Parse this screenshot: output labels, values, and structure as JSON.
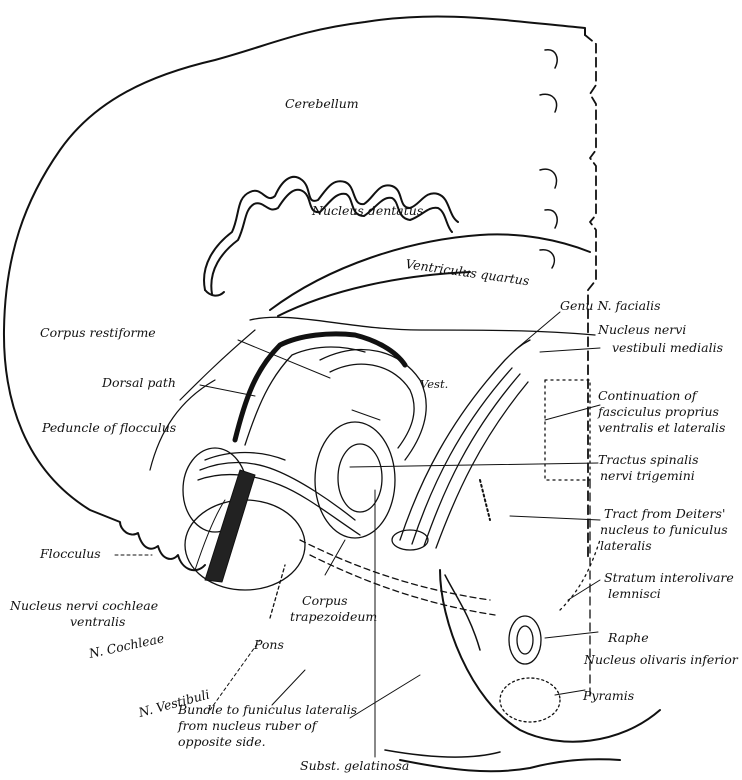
{
  "figure": {
    "labels": {
      "cerebellum": "Cerebellum",
      "nucleus_dentatus": "Nucleus dentatus",
      "ventriculus_quartus": "Ventriculus quartus",
      "genu_n_facialis": "Genu N. facialis",
      "corpus_restiforme": "Corpus restiforme",
      "nucleus_nervi_vestibuli_medialis_1": "Nucleus nervi",
      "nucleus_nervi_vestibuli_medialis_2": "vestibuli medialis",
      "dorsal_path": "Dorsal path",
      "vest": "Vest.",
      "continuation_1": "Continuation of",
      "continuation_2": "fasciculus proprius",
      "continuation_3": "ventralis et lateralis",
      "peduncle_of_flocculus": "Peduncle of flocculus",
      "tractus_spinalis_1": "Tractus spinalis",
      "tractus_spinalis_2": "nervi trigemini",
      "tract_deiters_1": "Tract from Deiters'",
      "tract_deiters_2": "nucleus to funiculus",
      "tract_deiters_3": "lateralis",
      "flocculus": "Flocculus",
      "stratum_1": "Stratum interolivare",
      "stratum_2": "lemnisci",
      "nucleus_cochleae_1": "Nucleus nervi cochleae",
      "nucleus_cochleae_2": "ventralis",
      "corpus_trapezoideum_1": "Corpus",
      "corpus_trapezoideum_2": "trapezoideum",
      "n_cochleae": "N. Cochleae",
      "pons": "Pons",
      "raphe": "Raphe",
      "n_vestibuli": "N. Vestibuli",
      "nucleus_olivaris_inferior": "Nucleus olivaris inferior",
      "pyramis": "Pyramis",
      "bundle_1": "Bundle to funiculus lateralis",
      "bundle_2": "from nucleus ruber of",
      "bundle_3": "opposite side.",
      "subst_gelatinosa": "Subst. gelatinosa"
    }
  }
}
